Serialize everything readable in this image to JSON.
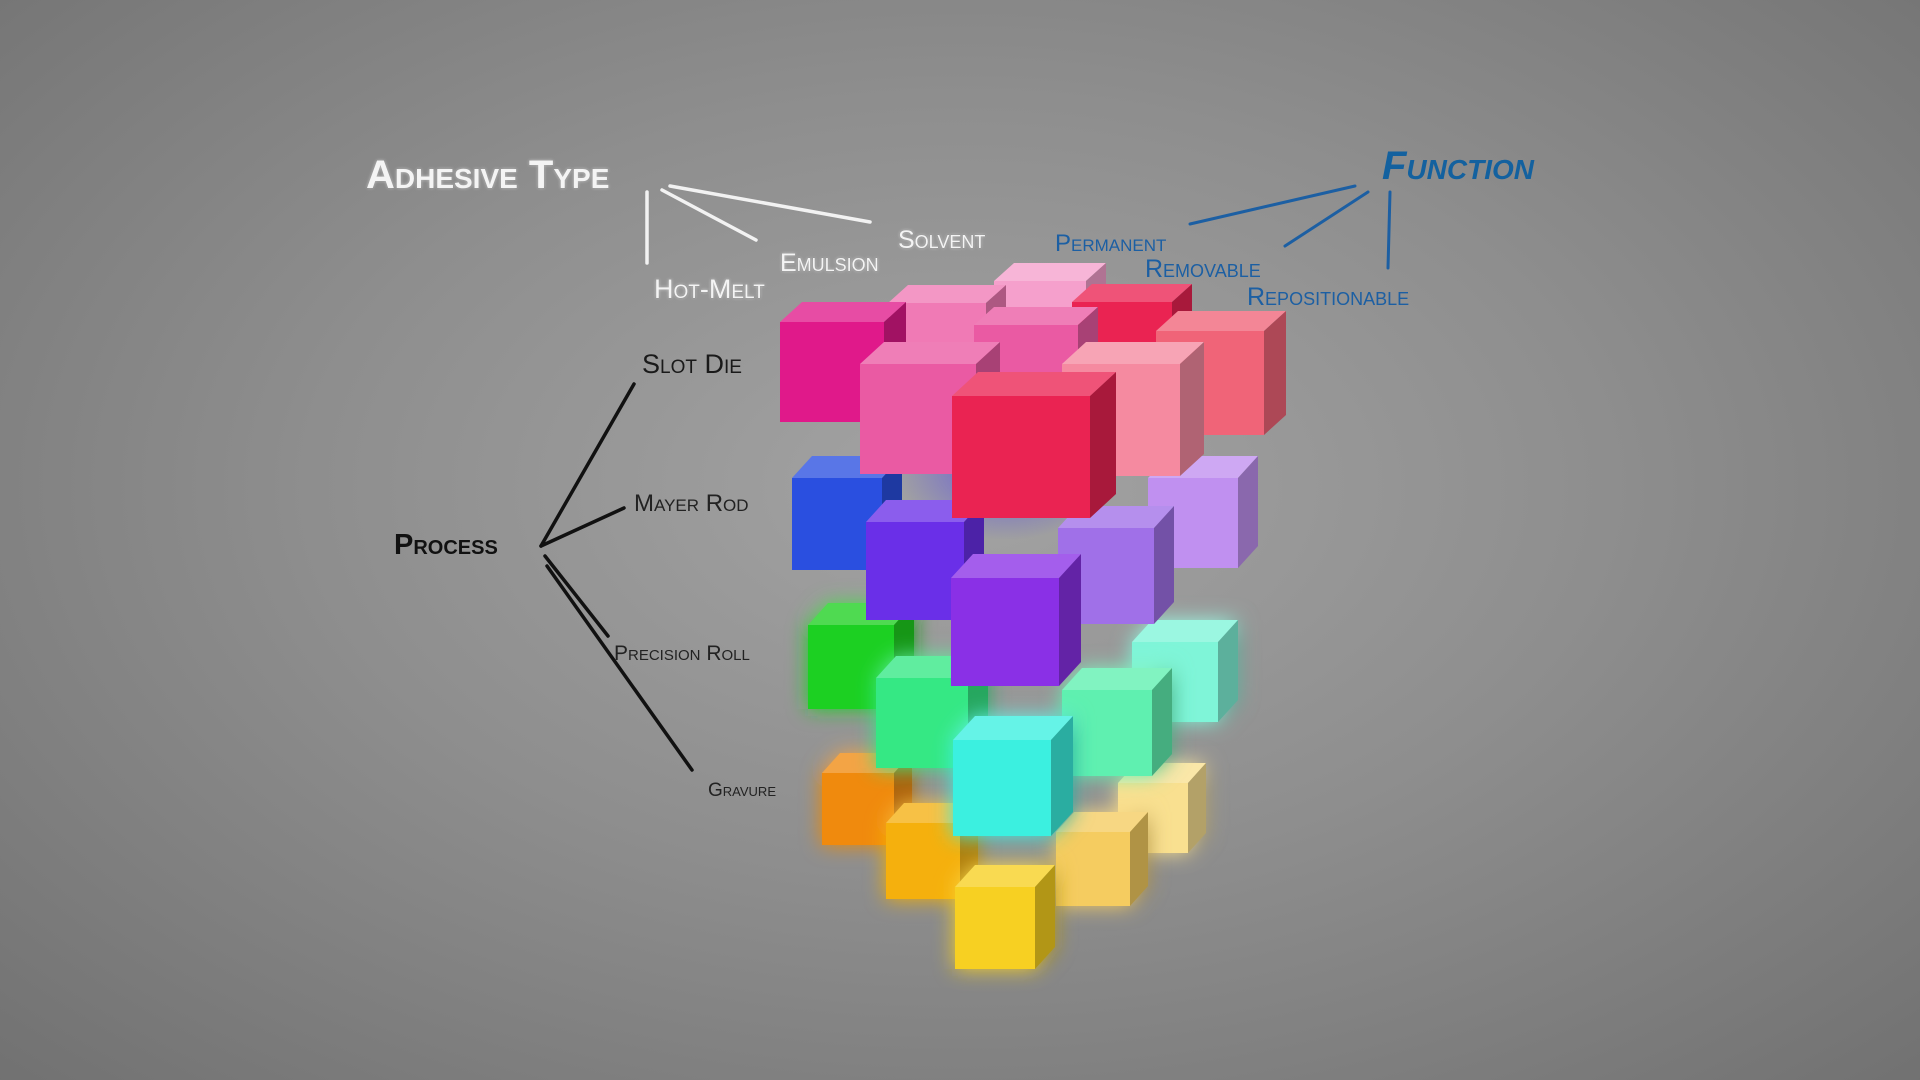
{
  "labels": {
    "adhesive_type": "Adhesive Type",
    "solvent": "Solvent",
    "emulsion": "Emulsion",
    "hot_melt": "Hot-Melt",
    "function": "Function",
    "permanent": "Permanent",
    "removable": "Removable",
    "repositionable": "Repositionable",
    "process": "Process",
    "slot_die": "Slot Die",
    "mayer_rod": "Mayer Rod",
    "precision_roll": "Precision Roll",
    "gravure": "Gravure"
  },
  "colors": {
    "adhesive_lines": "#f2f2f2",
    "function_lines": "#1c5fa3",
    "process_lines": "#111111",
    "layer_pink": [
      "#e0198a",
      "#ea5aa3",
      "#f07ab5",
      "#f5a0cc",
      "#f06478",
      "#f58aa0",
      "#f9a8b8",
      "#ea2352",
      "#f7b0c0"
    ],
    "layer_purple": [
      "#2a4fe0",
      "#6a2fe8",
      "#9a3ff0",
      "#8a6ad0",
      "#a070e8",
      "#c090f0",
      "#8a30e6"
    ],
    "layer_green": [
      "#1ed020",
      "#34e884",
      "#3af0e0",
      "#5ef0b0",
      "#7ff5d8",
      "#40f0c0"
    ],
    "layer_yellow": [
      "#f08a10",
      "#f5b010",
      "#f7d020",
      "#f5cc60",
      "#f9e090"
    ]
  }
}
